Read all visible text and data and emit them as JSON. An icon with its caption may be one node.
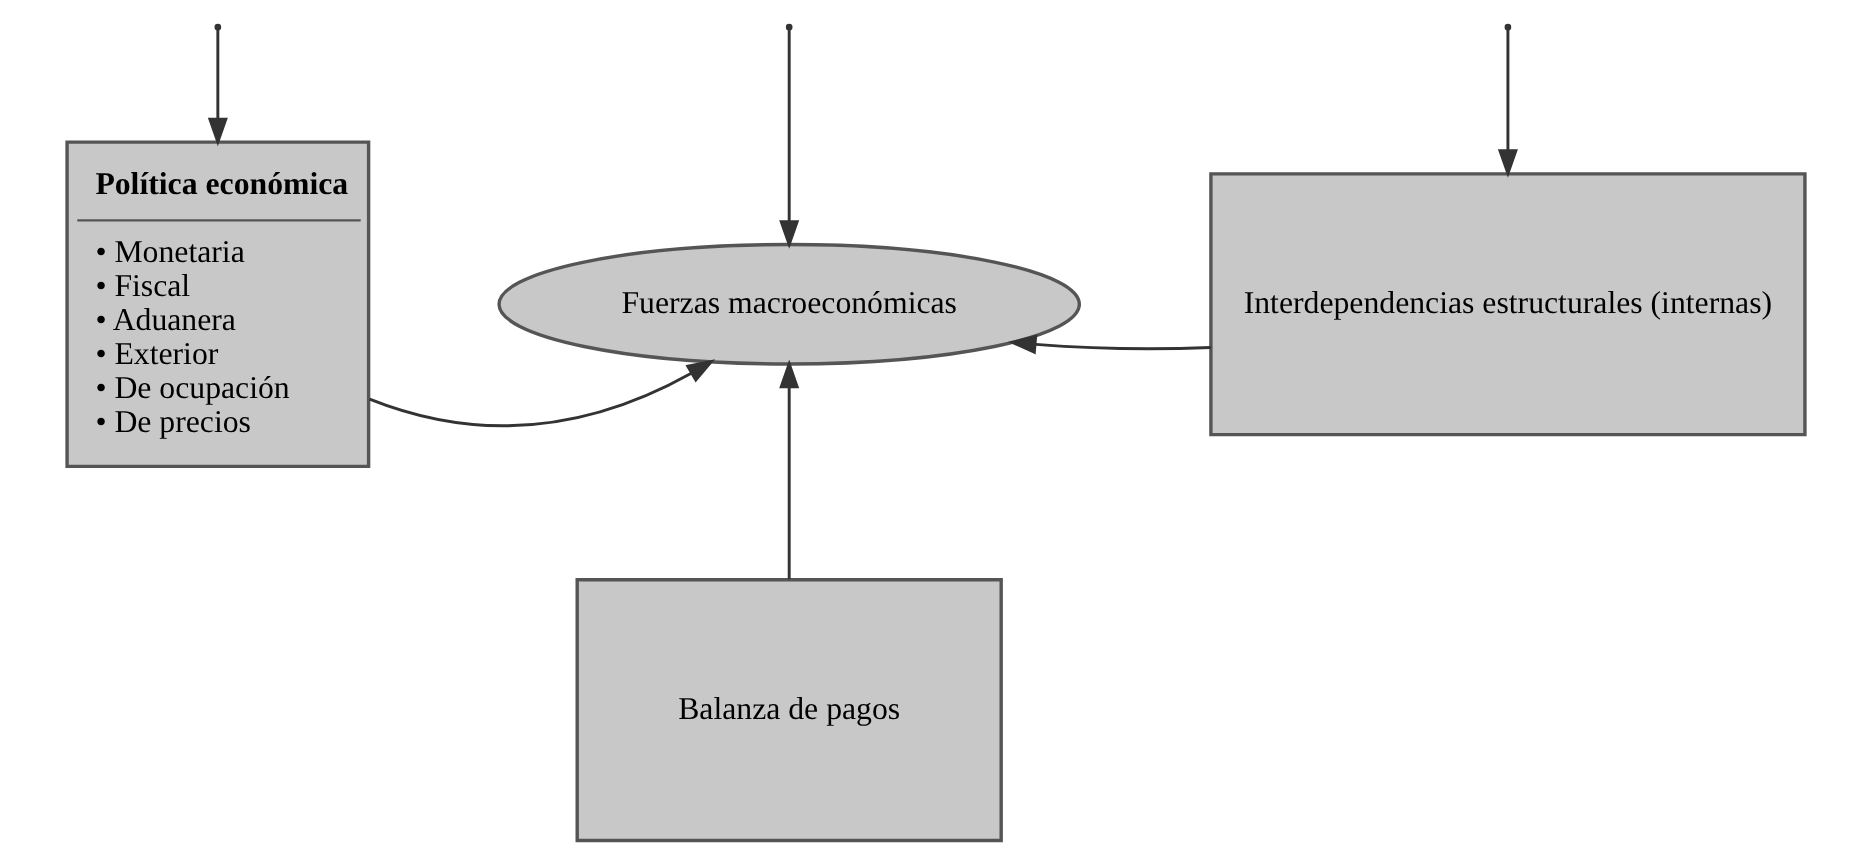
{
  "diagram": {
    "nodes": [
      {
        "text": [
          "Política económica",
          "• Monetaria",
          "• Fiscal",
          "• Aduanera",
          "• Exterior",
          "• De ocupación",
          "• De precios"
        ]
      },
      {
        "text": [
          "Fuerzas macroeconómicas"
        ]
      },
      {
        "text": [
          "Interdependencias estructurales (internas)"
        ]
      },
      {
        "text": [
          "Balanza de pagos"
        ]
      }
    ],
    "edges": [
      {
        "from": null,
        "to": 0,
        "arrow": "to"
      },
      {
        "from": null,
        "to": 1,
        "arrow": "to"
      },
      {
        "from": null,
        "to": 2,
        "arrow": "to"
      },
      {
        "from": 0,
        "to": 1,
        "arrow": "to"
      },
      {
        "from": 2,
        "to": 1,
        "arrow": "to"
      },
      {
        "from": 3,
        "to": 1,
        "arrow": "to"
      }
    ]
  }
}
